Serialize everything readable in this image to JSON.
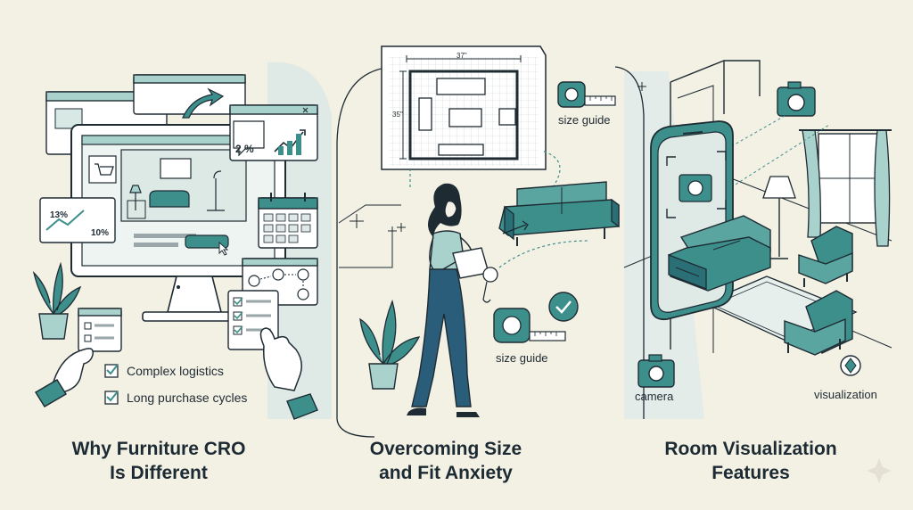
{
  "panels": [
    {
      "heading_line1": "Why Furniture CRO",
      "heading_line2": "Is Different",
      "checklist": [
        "Complex logistics",
        "Long purchase cycles"
      ],
      "stats": {
        "conversion": "2 %",
        "rate_a": "13%",
        "rate_b": "10%"
      }
    },
    {
      "heading_line1": "Overcoming Size",
      "heading_line2": "and Fit Anxiety",
      "dim_width": "37\"",
      "dim_height": "35\"",
      "size_guide_top": "size guide",
      "size_guide_bottom": "size guide"
    },
    {
      "heading_line1": "Room Visualization",
      "heading_line2": "Features",
      "camera_label": "camera",
      "visualization_label": "visualization"
    }
  ],
  "colors": {
    "background": "#f3f0e4",
    "ink": "#1e2b33",
    "accent": "#3d8f8c",
    "accent_light": "#a9d2cc",
    "accent_dark": "#2a6f76"
  }
}
